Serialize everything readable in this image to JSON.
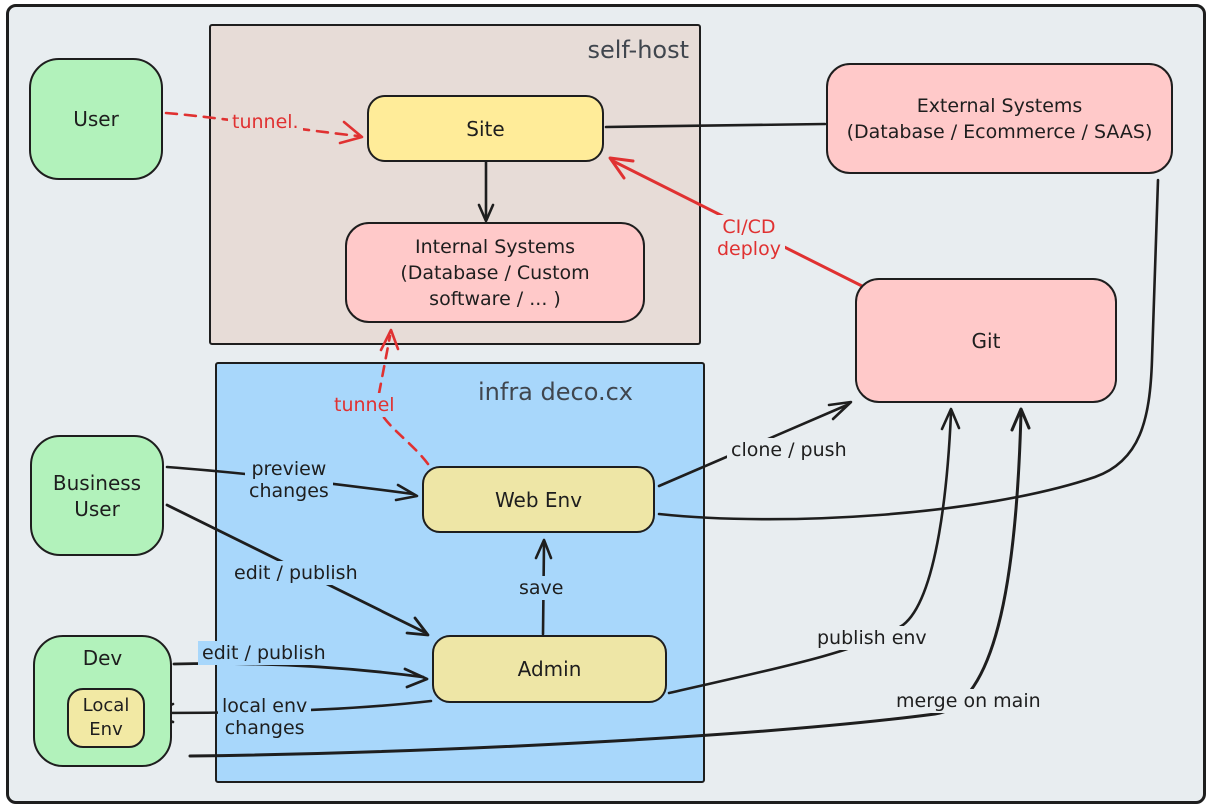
{
  "diagram": {
    "containers": {
      "self_host": {
        "label": "self-host"
      },
      "infra": {
        "label": "infra deco.cx"
      }
    },
    "nodes": {
      "user": {
        "label": "User"
      },
      "site": {
        "label": "Site"
      },
      "internal_systems": {
        "lines": [
          "Internal Systems",
          "(Database / Custom",
          "software / ... )"
        ]
      },
      "external_systems": {
        "lines": [
          "External Systems",
          "(Database / Ecommerce / SAAS)"
        ]
      },
      "git": {
        "label": "Git"
      },
      "web_env": {
        "label": "Web Env"
      },
      "admin": {
        "label": "Admin"
      },
      "business_user": {
        "lines": [
          "Business",
          "User"
        ]
      },
      "dev": {
        "label": "Dev"
      },
      "local_env": {
        "lines": [
          "Local",
          "Env"
        ]
      }
    },
    "edge_labels": {
      "tunnel_user": "tunnel.",
      "tunnel_web": "tunnel",
      "cicd_deploy": {
        "lines": [
          "CI/CD",
          "deploy"
        ]
      },
      "preview_changes": {
        "lines": [
          "preview",
          "changes"
        ]
      },
      "edit_publish_business": "edit / publish",
      "edit_publish_dev": "edit / publish",
      "save": "save",
      "clone_push": "clone / push",
      "publish_env": "publish env",
      "merge_on_main": "merge on main",
      "local_env_changes": {
        "lines": [
          "local env",
          "changes"
        ]
      }
    },
    "colors": {
      "canvas_background": "#e8edf0",
      "stroke": "#1e1e1e",
      "red_accent": "#e03131",
      "green_node": "#b2f2bb",
      "yellow_node": "#ffec99",
      "yellow_env_node": "#eee6a6",
      "pink_node": "#ffc9c9",
      "blue_container": "#a8d7fb",
      "taupe_container": "#e7dcd7"
    }
  }
}
